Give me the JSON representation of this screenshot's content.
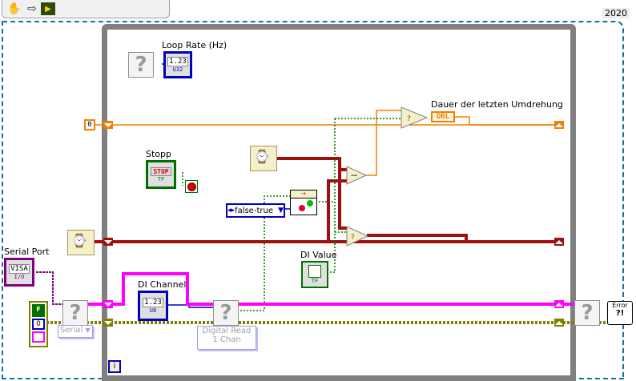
{
  "toolbar": {
    "icons": [
      "hand-icon",
      "arrow-icon",
      "vi-icon"
    ]
  },
  "version_label": "2020",
  "controls": {
    "loop_rate": {
      "label": "Loop Rate (Hz)",
      "display": "1.23",
      "type": "U32"
    },
    "stop": {
      "label": "Stopp",
      "button_text": "STOP",
      "type": "TF"
    },
    "dauer": {
      "label": "Dauer der letzten Umdrehung",
      "type": "DBL"
    },
    "serial_port": {
      "label": "Serial Port",
      "display": "VISA",
      "type": "I/O"
    },
    "di_channel": {
      "label": "DI Channel",
      "display": "1.23",
      "type": "U8"
    },
    "di_value": {
      "label": "DI Value",
      "type": "TF"
    },
    "edge_ring": {
      "value": "false-true"
    },
    "zero_constant": {
      "value": "0"
    },
    "cluster_constant": {
      "bool": "F",
      "num": "0"
    }
  },
  "nodes": {
    "serial_ring": {
      "value": "Serial"
    },
    "digital_read": {
      "line1": "Digital Read",
      "line2": "1 Chan"
    },
    "error_label": "Error",
    "error_mark": "?!",
    "subtract_symbol": "−",
    "iteration_label": "i"
  }
}
